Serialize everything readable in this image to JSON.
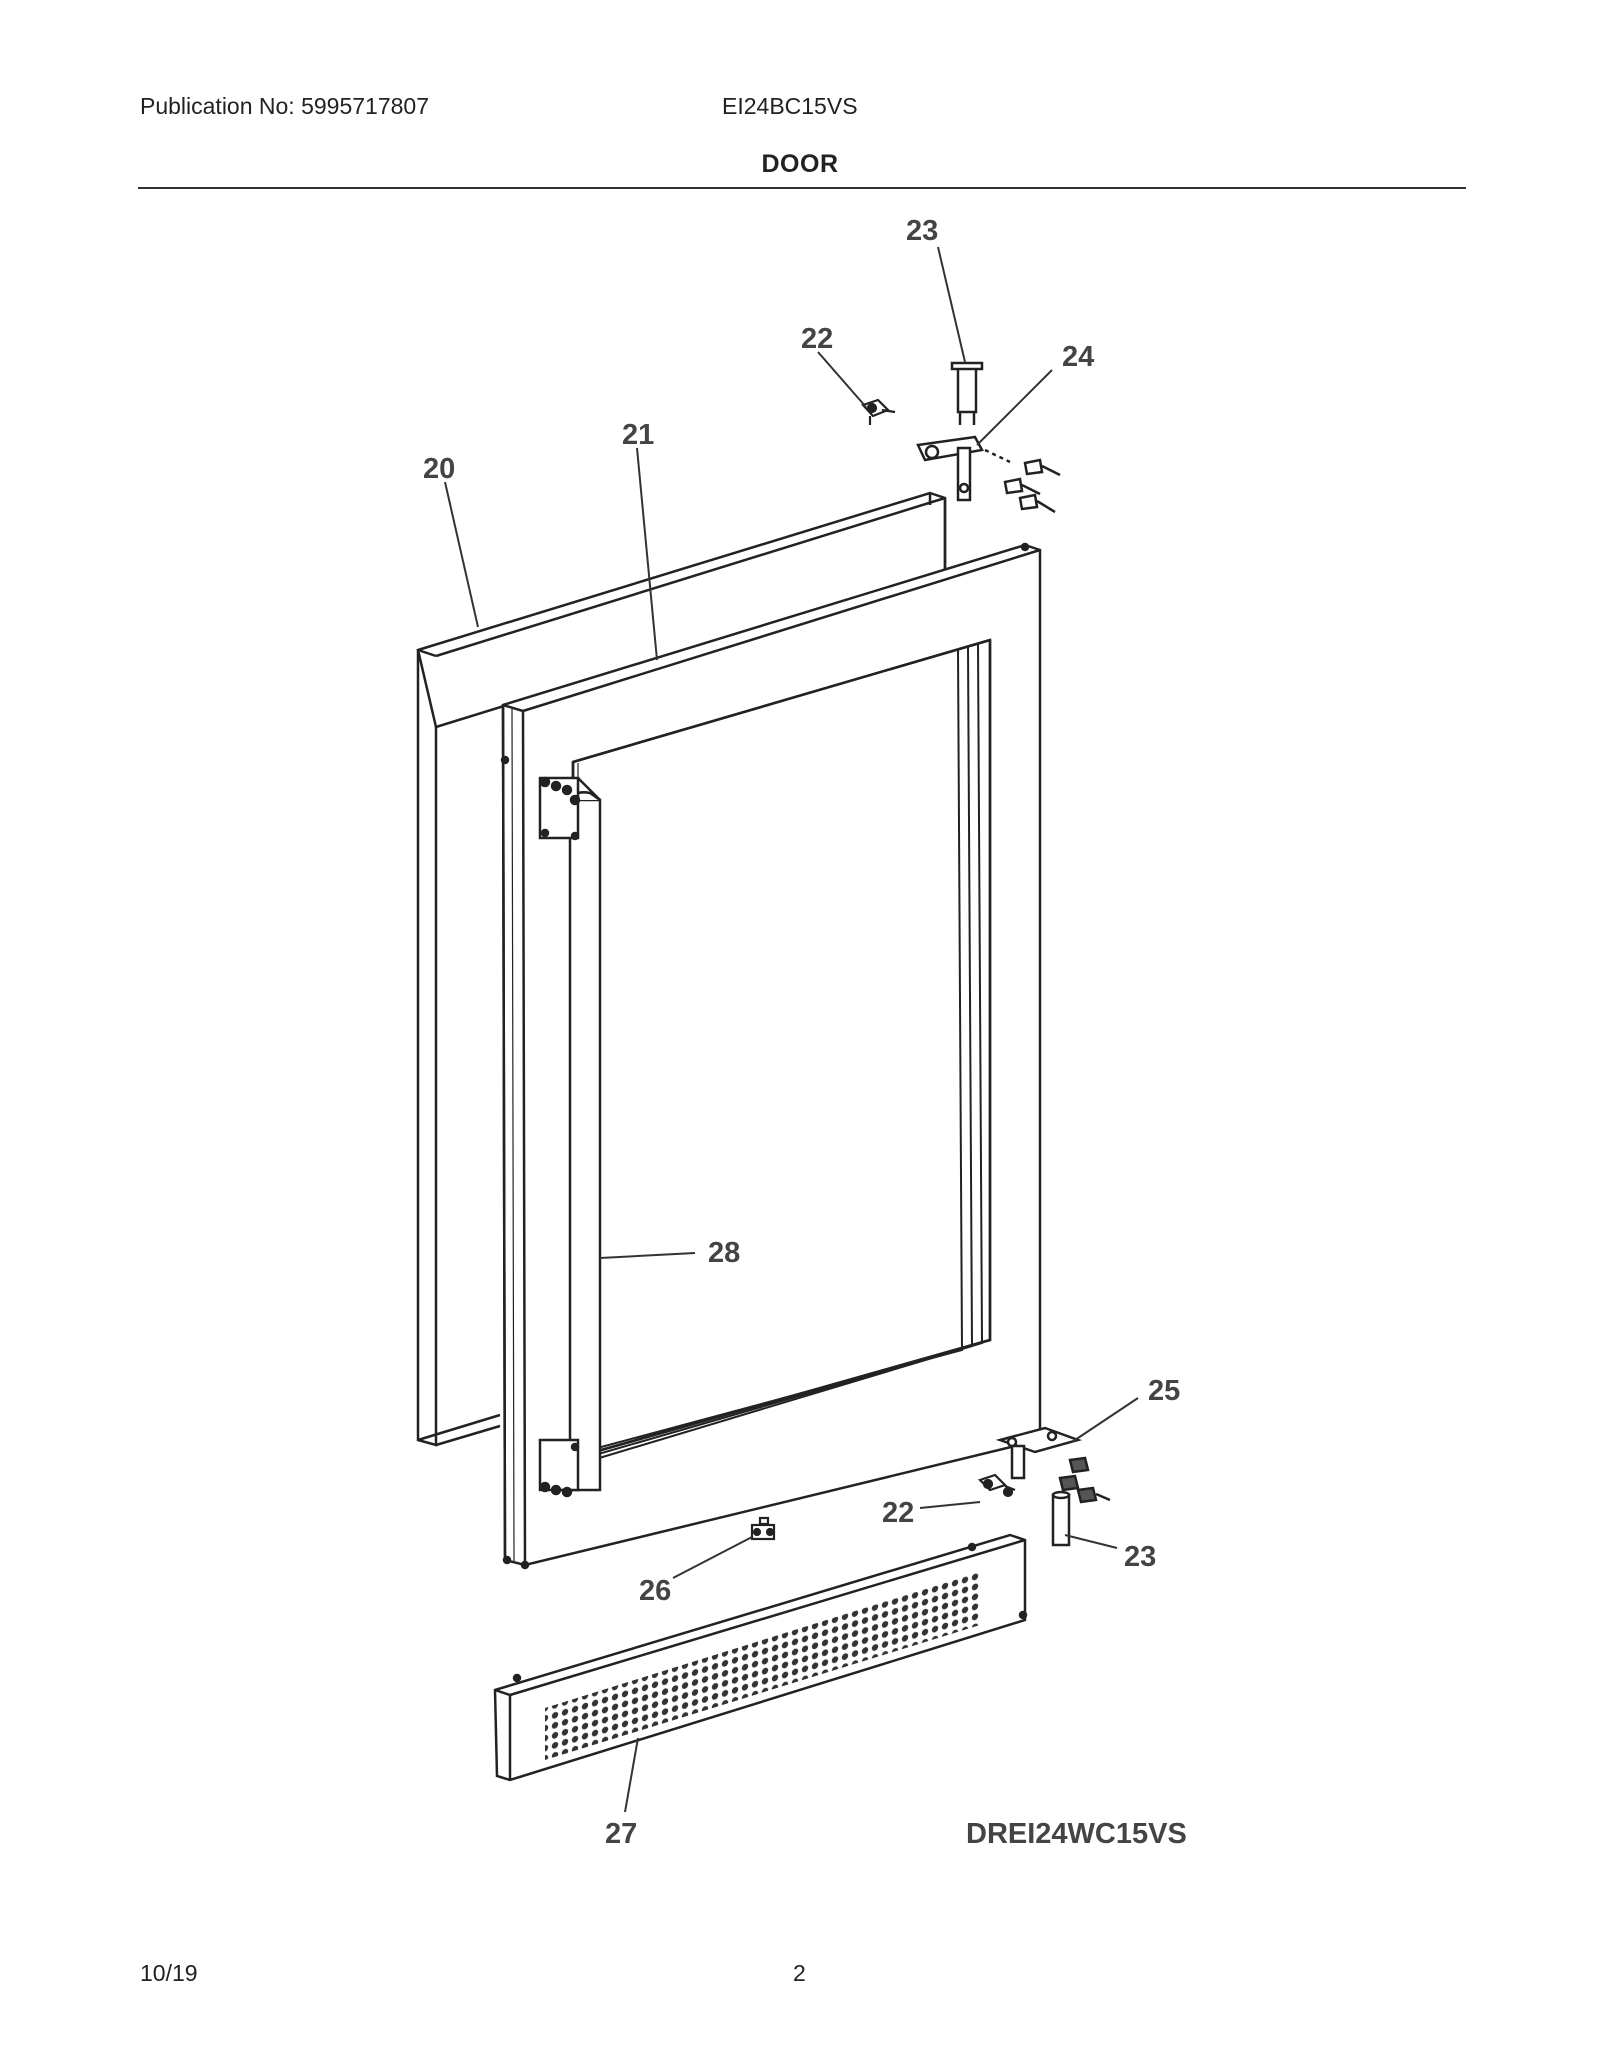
{
  "header": {
    "publication": "Publication No: 5995717807",
    "model": "EI24BC15VS",
    "section_title": "DOOR"
  },
  "diagram": {
    "callouts": [
      "20",
      "21",
      "22",
      "23",
      "24",
      "25",
      "22",
      "23",
      "26",
      "27",
      "28"
    ],
    "model_code": "DREI24WC15VS"
  },
  "footer": {
    "date": "10/19",
    "page": "2"
  }
}
